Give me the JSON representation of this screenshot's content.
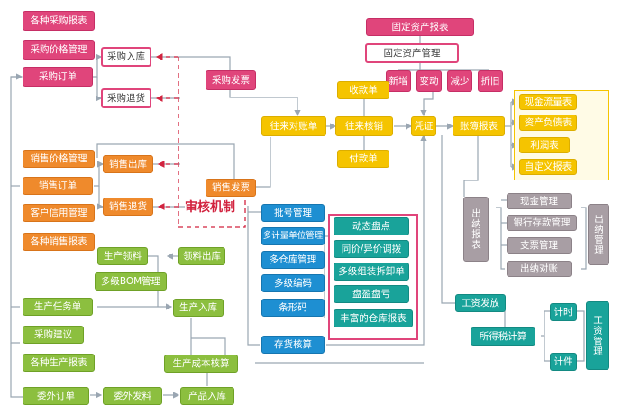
{
  "title": "固定资产报表",
  "fixed_asset": {
    "manage": "固定资产管理",
    "ops": [
      "新增",
      "变动",
      "减少",
      "折旧"
    ]
  },
  "purchase": {
    "reports": "各种采购报表",
    "price": "采购价格管理",
    "order": "采购订单",
    "inbound": "采购入库",
    "return": "采购退货",
    "invoice": "采购发票"
  },
  "sales": {
    "price": "销售价格管理",
    "order": "销售订单",
    "credit": "客户信用管理",
    "reports": "各种销售报表",
    "outbound": "销售出库",
    "return": "销售退货",
    "invoice": "销售发票"
  },
  "audit": "审核机制",
  "ar_ap": {
    "ledger": "往来对账单",
    "writeoff": "往来核销",
    "receipt": "收款单",
    "payment": "付款单"
  },
  "voucher": "凭证",
  "books": "账簿报表",
  "fin_reports": [
    "现金流量表",
    "资产负债表",
    "利润表",
    "自定义报表"
  ],
  "cashier": {
    "group": "出纳报表",
    "items": [
      "现金管理",
      "银行存款管理",
      "支票管理",
      "出纳对账"
    ],
    "label": "出纳管理"
  },
  "inventory": {
    "left": [
      "批号管理",
      "多计量单位管理",
      "多仓库管理",
      "多级编码",
      "条形码",
      "存货核算"
    ],
    "right": [
      "动态盘点",
      "同价/异价调拨",
      "多级组装拆卸单",
      "盘盈盘亏",
      "丰富的仓库报表"
    ]
  },
  "production": {
    "material": "生产领料",
    "material_out": "领料出库",
    "bom": "多级BOM管理",
    "task": "生产任务单",
    "inbound": "生产入库",
    "suggest": "采购建议",
    "reports": "各种生产报表",
    "cost": "生产成本核算",
    "outsource": "委外订单",
    "out_material": "委外发料",
    "product_in": "产品入库"
  },
  "payroll": {
    "issue": "工资发放",
    "tax": "所得税计算",
    "time": "计时",
    "piece": "计件",
    "manage": "工资管理"
  },
  "colors": {
    "pink": "#e0457b",
    "orange": "#ef8a2c",
    "green": "#8cbf3f",
    "yellow": "#f5c400",
    "blue": "#1e8fd2",
    "gray": "#a89ea4",
    "red": "#d2233f"
  }
}
